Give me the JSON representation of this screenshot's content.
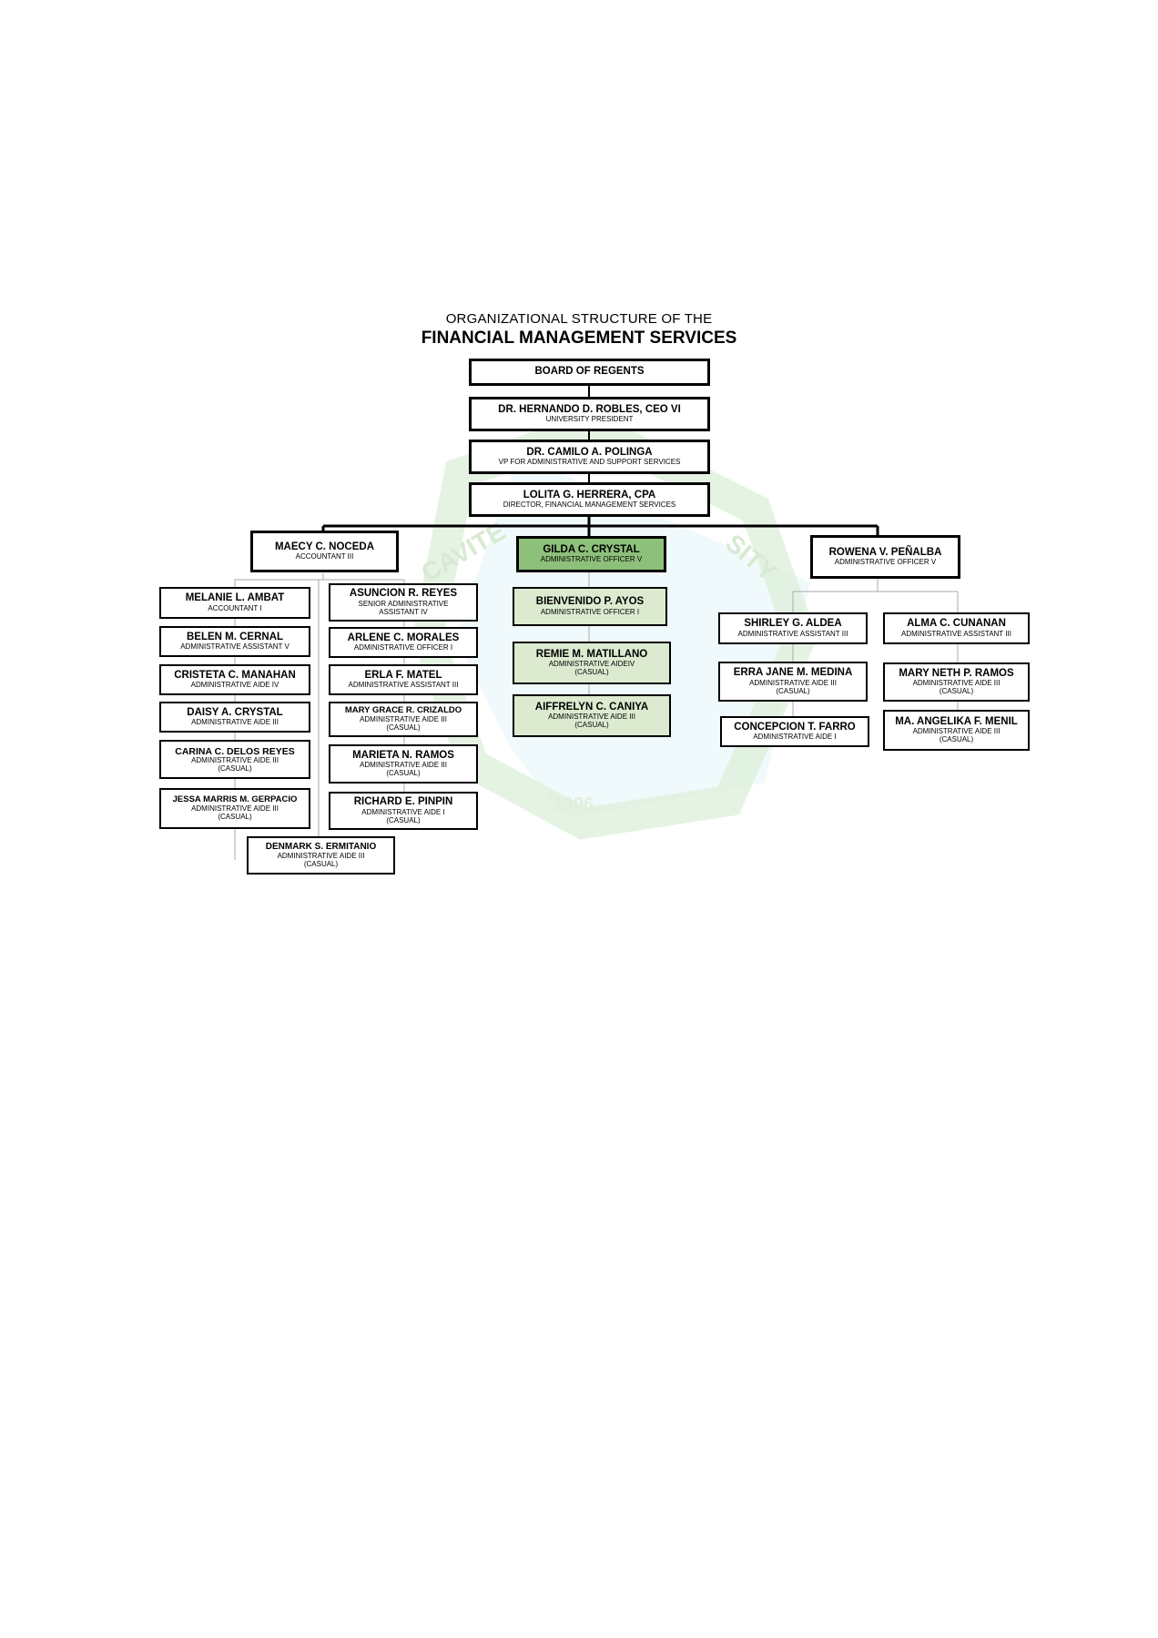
{
  "title_line1": "ORGANIZATIONAL STRUCTURE OF THE",
  "title_line2": "FINANCIAL MANAGEMENT SERVICES",
  "watermark": {
    "text_left": "CAVITE",
    "text_right": "SITY",
    "year": "1906"
  },
  "colors": {
    "dark_green": "#8dc07a",
    "light_green": "#dcebd0",
    "line": "#000000"
  },
  "nodes": {
    "bor": {
      "name": "BOARD OF REGENTS",
      "position": ""
    },
    "president": {
      "name": "DR. HERNANDO D. ROBLES, CEO VI",
      "position": "UNIVERSITY PRESIDENT"
    },
    "vp": {
      "name": "DR. CAMILO A. POLINGA",
      "position": "VP FOR ADMINISTRATIVE AND SUPPORT SERVICES"
    },
    "director": {
      "name": "LOLITA G. HERRERA, CPA",
      "position": "DIRECTOR, FINANCIAL MANAGEMENT SERVICES"
    },
    "noceda": {
      "name": "MAECY C. NOCEDA",
      "position": "ACCOUNTANT III"
    },
    "crystal_g": {
      "name": "GILDA C. CRYSTAL",
      "position": "ADMINISTRATIVE OFFICER V"
    },
    "penalba": {
      "name": "ROWENA V. PEÑALBA",
      "position": "ADMINISTRATIVE OFFICER V"
    },
    "ambat": {
      "name": "MELANIE L. AMBAT",
      "position": "ACCOUNTANT I"
    },
    "cernal": {
      "name": "BELEN M. CERNAL",
      "position": "ADMINISTRATIVE ASSISTANT V"
    },
    "manahan": {
      "name": "CRISTETA C. MANAHAN",
      "position": "ADMINISTRATIVE AIDE IV"
    },
    "crystal_d": {
      "name": "DAISY A. CRYSTAL",
      "position": "ADMINISTRATIVE AIDE III"
    },
    "delosreyes": {
      "name": "CARINA C. DELOS REYES",
      "position": "ADMINISTRATIVE AIDE III\n(CASUAL)"
    },
    "gerpacio": {
      "name": "JESSA MARRIS M. GERPACIO",
      "position": "ADMINISTRATIVE AIDE III\n(CASUAL)"
    },
    "ermitanio": {
      "name": "DENMARK S. ERMITANIO",
      "position": "ADMINISTRATIVE AIDE III\n(CASUAL)"
    },
    "reyes": {
      "name": "ASUNCION R. REYES",
      "position": "SENIOR ADMINISTRATIVE\nASSISTANT IV"
    },
    "morales": {
      "name": "ARLENE C. MORALES",
      "position": "ADMINISTRATIVE OFFICER I"
    },
    "matel": {
      "name": "ERLA F. MATEL",
      "position": "ADMINISTRATIVE ASSISTANT III"
    },
    "crizaldo": {
      "name": "MARY GRACE R. CRIZALDO",
      "position": "ADMINISTRATIVE AIDE III\n(CASUAL)"
    },
    "ramos_m": {
      "name": "MARIETA N. RAMOS",
      "position": "ADMINISTRATIVE AIDE III\n(CASUAL)"
    },
    "pinpin": {
      "name": "RICHARD E. PINPIN",
      "position": "ADMINISTRATIVE AIDE I\n(CASUAL)"
    },
    "ayos": {
      "name": "BIENVENIDO P. AYOS",
      "position": "ADMINISTRATIVE OFFICER I"
    },
    "matillano": {
      "name": "REMIE M. MATILLANO",
      "position": "ADMINISTRATIVE AIDEIV\n(CASUAL)"
    },
    "caniya": {
      "name": "AIFFRELYN C. CANIYA",
      "position": "ADMINISTRATIVE AIDE III\n(CASUAL)"
    },
    "aldea": {
      "name": "SHIRLEY G. ALDEA",
      "position": "ADMINISTRATIVE ASSISTANT III"
    },
    "medina": {
      "name": "ERRA JANE M. MEDINA",
      "position": "ADMINISTRATIVE AIDE III\n(CASUAL)"
    },
    "farro": {
      "name": "CONCEPCION T. FARRO",
      "position": "ADMINISTRATIVE AIDE I"
    },
    "cunanan": {
      "name": "ALMA C. CUNANAN",
      "position": "ADMINISTRATIVE ASSISTANT III"
    },
    "ramos_mn": {
      "name": "MARY NETH P. RAMOS",
      "position": "ADMINISTRATIVE AIDE III\n(CASUAL)"
    },
    "menil": {
      "name": "MA. ANGELIKA F. MENIL",
      "position": "ADMINISTRATIVE AIDE III\n(CASUAL)"
    }
  }
}
